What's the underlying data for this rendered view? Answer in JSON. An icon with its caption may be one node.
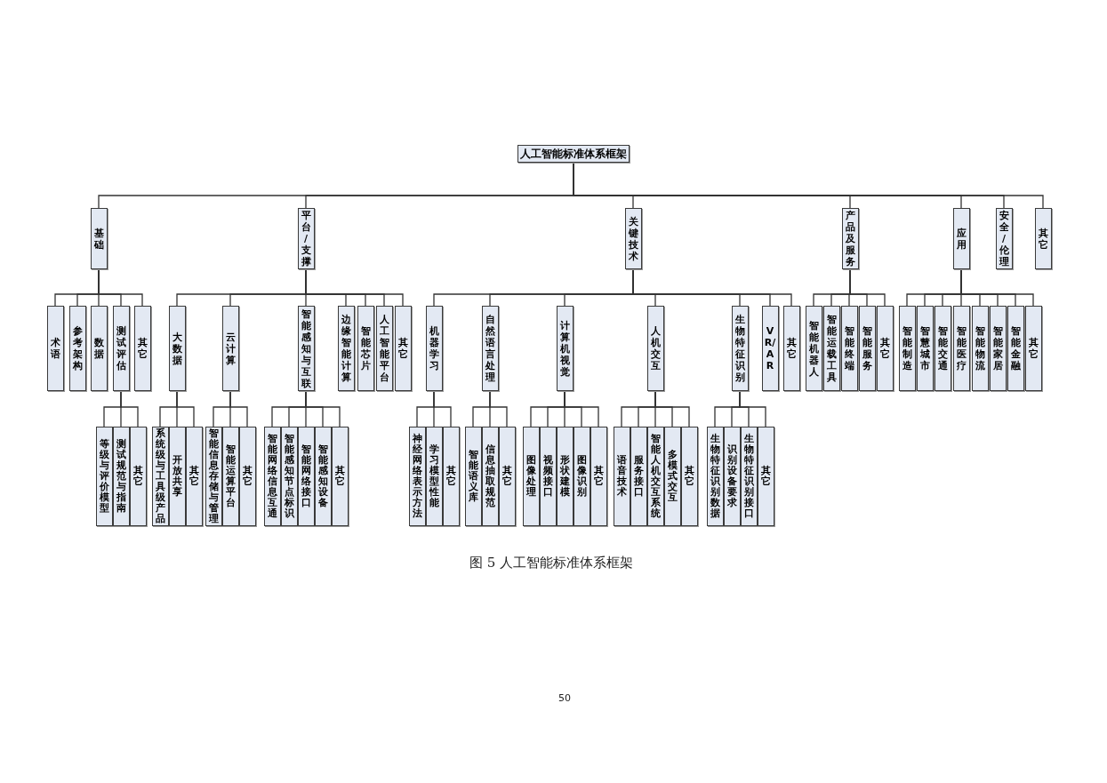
{
  "diagram": {
    "caption": "图 5 人工智能标准体系框架",
    "nodes": [
      {
        "text": [
          "人工智能标准体系框架"
        ]
      },
      {
        "text": [
          "基础"
        ]
      },
      {
        "text": [
          "平台/支撑"
        ]
      },
      {
        "text": [
          "关键技术"
        ]
      },
      {
        "text": [
          "产品及服务"
        ]
      },
      {
        "text": [
          "应用"
        ]
      },
      {
        "text": [
          "安全/伦理"
        ]
      },
      {
        "text": [
          "其它"
        ]
      },
      {
        "text": [
          "术语"
        ]
      },
      {
        "text": [
          "参考架构"
        ]
      },
      {
        "text": [
          "数据"
        ]
      },
      {
        "text": [
          "测试评估"
        ]
      },
      {
        "text": [
          "其它"
        ]
      },
      {
        "text": [
          "大数据"
        ]
      },
      {
        "text": [
          "云计算"
        ]
      },
      {
        "text": [
          "智能感知与互联"
        ]
      },
      {
        "text": [
          "边缘智能计算"
        ]
      },
      {
        "text": [
          "智能芯片"
        ]
      },
      {
        "text": [
          "人工智能平台"
        ]
      },
      {
        "text": [
          "其它"
        ]
      },
      {
        "text": [
          "机器学习"
        ]
      },
      {
        "text": [
          "自然语言处理"
        ]
      },
      {
        "text": [
          "计算机视觉"
        ]
      },
      {
        "text": [
          "人机交互"
        ]
      },
      {
        "text": [
          "生物特征识别"
        ]
      },
      {
        "text": [
          "VR/AR"
        ]
      },
      {
        "text": [
          "其它"
        ]
      },
      {
        "text": [
          "智能机器人"
        ]
      },
      {
        "text": [
          "智能运载工具"
        ]
      },
      {
        "text": [
          "智能终端"
        ]
      },
      {
        "text": [
          "智能服务"
        ]
      },
      {
        "text": [
          "其它"
        ]
      },
      {
        "text": [
          "智能制造"
        ]
      },
      {
        "text": [
          "智慧城市"
        ]
      },
      {
        "text": [
          "智能交通"
        ]
      },
      {
        "text": [
          "智能医疗"
        ]
      },
      {
        "text": [
          "智能物流"
        ]
      },
      {
        "text": [
          "智能家居"
        ]
      },
      {
        "text": [
          "智能金融"
        ]
      },
      {
        "text": [
          "其它"
        ]
      },
      {
        "text": [
          "等级与评价模型"
        ]
      },
      {
        "text": [
          "测试规范与指南"
        ]
      },
      {
        "text": [
          "其它"
        ]
      },
      {
        "text": [
          "系统级与工具级产品"
        ]
      },
      {
        "text": [
          "开放共享"
        ]
      },
      {
        "text": [
          "其它"
        ]
      },
      {
        "text": [
          "智能信息存储与管理"
        ]
      },
      {
        "text": [
          "智能运算平台"
        ]
      },
      {
        "text": [
          "其它"
        ]
      },
      {
        "text": [
          "智能网络信息互通"
        ]
      },
      {
        "text": [
          "智能感知节点标识"
        ]
      },
      {
        "text": [
          "智能网络接口"
        ]
      },
      {
        "text": [
          "智能感知设备"
        ]
      },
      {
        "text": [
          "其它"
        ]
      },
      {
        "text": [
          "神经网络表示方法"
        ]
      },
      {
        "text": [
          "学习模型性能"
        ]
      },
      {
        "text": [
          "其它"
        ]
      },
      {
        "text": [
          "智能语义库"
        ]
      },
      {
        "text": [
          "信息抽取规范"
        ]
      },
      {
        "text": [
          "其它"
        ]
      },
      {
        "text": [
          "图像处理"
        ]
      },
      {
        "text": [
          "视频接口"
        ]
      },
      {
        "text": [
          "形状建模"
        ]
      },
      {
        "text": [
          "图像识别"
        ]
      },
      {
        "text": [
          "其它"
        ]
      },
      {
        "text": [
          "语音技术"
        ]
      },
      {
        "text": [
          "服务接口"
        ]
      },
      {
        "text": [
          "智能人机交互系统"
        ]
      },
      {
        "text": [
          "多模式交互"
        ]
      },
      {
        "text": [
          "其它"
        ]
      },
      {
        "text": [
          "生物特征识别数据"
        ]
      },
      {
        "text": [
          "识别设备要求"
        ]
      },
      {
        "text": [
          "生物特征识别接口"
        ]
      },
      {
        "text": [
          "其它"
        ]
      }
    ],
    "edges": [
      {
        "from": 0,
        "to": 1,
        "arrow": "none"
      },
      {
        "from": 0,
        "to": 2,
        "arrow": "none"
      },
      {
        "from": 0,
        "to": 3,
        "arrow": "none"
      },
      {
        "from": 0,
        "to": 4,
        "arrow": "none"
      },
      {
        "from": 0,
        "to": 5,
        "arrow": "none"
      },
      {
        "from": 0,
        "to": 6,
        "arrow": "none"
      },
      {
        "from": 0,
        "to": 7,
        "arrow": "none"
      },
      {
        "from": 1,
        "to": 8,
        "arrow": "none"
      },
      {
        "from": 1,
        "to": 9,
        "arrow": "none"
      },
      {
        "from": 1,
        "to": 10,
        "arrow": "none"
      },
      {
        "from": 1,
        "to": 11,
        "arrow": "none"
      },
      {
        "from": 1,
        "to": 12,
        "arrow": "none"
      },
      {
        "from": 2,
        "to": 13,
        "arrow": "none"
      },
      {
        "from": 2,
        "to": 14,
        "arrow": "none"
      },
      {
        "from": 2,
        "to": 15,
        "arrow": "none"
      },
      {
        "from": 2,
        "to": 16,
        "arrow": "none"
      },
      {
        "from": 2,
        "to": 17,
        "arrow": "none"
      },
      {
        "from": 2,
        "to": 18,
        "arrow": "none"
      },
      {
        "from": 2,
        "to": 19,
        "arrow": "none"
      },
      {
        "from": 3,
        "to": 20,
        "arrow": "none"
      },
      {
        "from": 3,
        "to": 21,
        "arrow": "none"
      },
      {
        "from": 3,
        "to": 22,
        "arrow": "none"
      },
      {
        "from": 3,
        "to": 23,
        "arrow": "none"
      },
      {
        "from": 3,
        "to": 24,
        "arrow": "none"
      },
      {
        "from": 3,
        "to": 25,
        "arrow": "none"
      },
      {
        "from": 3,
        "to": 26,
        "arrow": "none"
      },
      {
        "from": 4,
        "to": 27,
        "arrow": "none"
      },
      {
        "from": 4,
        "to": 28,
        "arrow": "none"
      },
      {
        "from": 4,
        "to": 29,
        "arrow": "none"
      },
      {
        "from": 4,
        "to": 30,
        "arrow": "none"
      },
      {
        "from": 4,
        "to": 31,
        "arrow": "none"
      },
      {
        "from": 5,
        "to": 32,
        "arrow": "none"
      },
      {
        "from": 5,
        "to": 33,
        "arrow": "none"
      },
      {
        "from": 5,
        "to": 34,
        "arrow": "none"
      },
      {
        "from": 5,
        "to": 35,
        "arrow": "none"
      },
      {
        "from": 5,
        "to": 36,
        "arrow": "none"
      },
      {
        "from": 5,
        "to": 37,
        "arrow": "none"
      },
      {
        "from": 5,
        "to": 38,
        "arrow": "none"
      },
      {
        "from": 5,
        "to": 39,
        "arrow": "none"
      },
      {
        "from": 11,
        "to": 40,
        "arrow": "none"
      },
      {
        "from": 11,
        "to": 41,
        "arrow": "none"
      },
      {
        "from": 11,
        "to": 42,
        "arrow": "none"
      },
      {
        "from": 13,
        "to": 43,
        "arrow": "none"
      },
      {
        "from": 13,
        "to": 44,
        "arrow": "none"
      },
      {
        "from": 13,
        "to": 45,
        "arrow": "none"
      },
      {
        "from": 14,
        "to": 46,
        "arrow": "none"
      },
      {
        "from": 14,
        "to": 47,
        "arrow": "none"
      },
      {
        "from": 14,
        "to": 48,
        "arrow": "none"
      },
      {
        "from": 15,
        "to": 49,
        "arrow": "none"
      },
      {
        "from": 15,
        "to": 50,
        "arrow": "none"
      },
      {
        "from": 15,
        "to": 51,
        "arrow": "none"
      },
      {
        "from": 15,
        "to": 52,
        "arrow": "none"
      },
      {
        "from": 15,
        "to": 53,
        "arrow": "none"
      },
      {
        "from": 20,
        "to": 54,
        "arrow": "none"
      },
      {
        "from": 20,
        "to": 55,
        "arrow": "none"
      },
      {
        "from": 20,
        "to": 56,
        "arrow": "none"
      },
      {
        "from": 21,
        "to": 57,
        "arrow": "none"
      },
      {
        "from": 21,
        "to": 58,
        "arrow": "none"
      },
      {
        "from": 21,
        "to": 59,
        "arrow": "none"
      },
      {
        "from": 22,
        "to": 60,
        "arrow": "none"
      },
      {
        "from": 22,
        "to": 61,
        "arrow": "none"
      },
      {
        "from": 22,
        "to": 62,
        "arrow": "none"
      },
      {
        "from": 22,
        "to": 63,
        "arrow": "none"
      },
      {
        "from": 22,
        "to": 64,
        "arrow": "none"
      },
      {
        "from": 23,
        "to": 65,
        "arrow": "none"
      },
      {
        "from": 23,
        "to": 66,
        "arrow": "none"
      },
      {
        "from": 23,
        "to": 67,
        "arrow": "none"
      },
      {
        "from": 23,
        "to": 68,
        "arrow": "none"
      },
      {
        "from": 23,
        "to": 69,
        "arrow": "none"
      },
      {
        "from": 24,
        "to": 70,
        "arrow": "none"
      },
      {
        "from": 24,
        "to": 71,
        "arrow": "none"
      },
      {
        "from": 24,
        "to": 72,
        "arrow": "none"
      },
      {
        "from": 24,
        "to": 73,
        "arrow": "none"
      }
    ],
    "labels": [
      "50"
    ]
  }
}
